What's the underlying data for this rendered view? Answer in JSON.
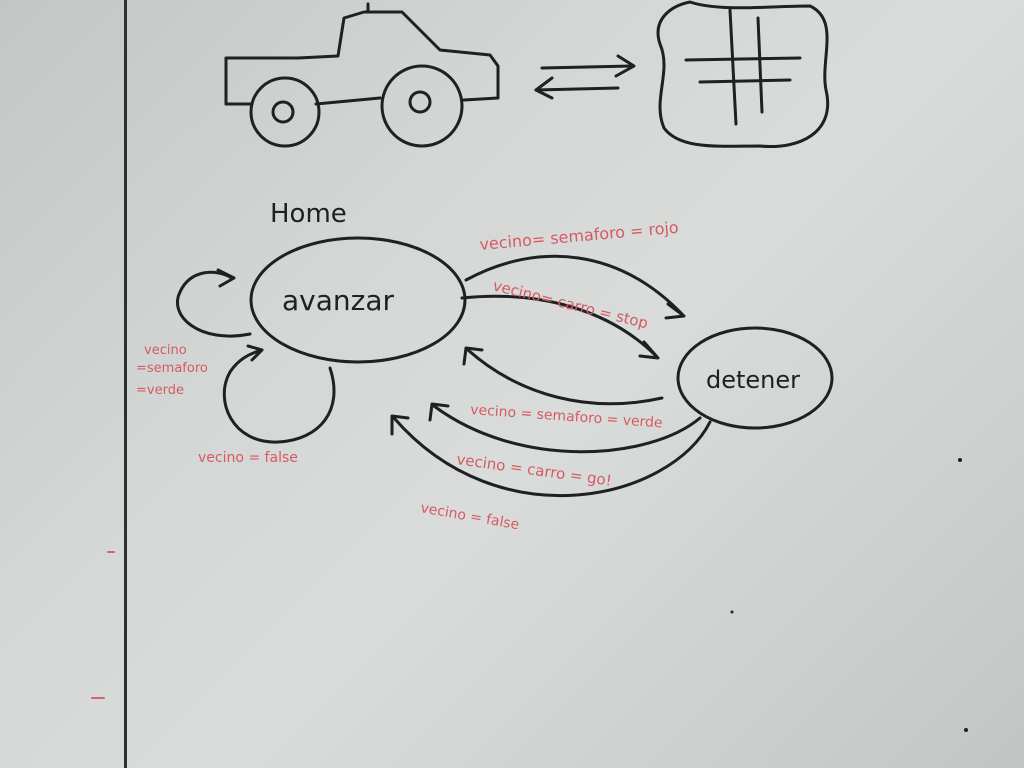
{
  "states": {
    "avanzar": "avanzar",
    "detener": "detener"
  },
  "initial_label": "Home",
  "transitions": {
    "avanzar_to_detener_1": "vecino= semaforo = rojo",
    "avanzar_to_detener_2": "vecino= carro = stop",
    "detener_to_avanzar_1": "vecino = semaforo = verde",
    "detener_to_avanzar_2": "vecino = carro = go!",
    "detener_to_avanzar_3": "vecino = false",
    "self_loop_left": [
      "vecino",
      "=semaforo",
      "=verde"
    ],
    "self_loop_bottom": "vecino = false"
  },
  "colors": {
    "black_ink": "#1f2021",
    "red_ink": "#d8626a",
    "board": "#d4d7d5"
  }
}
